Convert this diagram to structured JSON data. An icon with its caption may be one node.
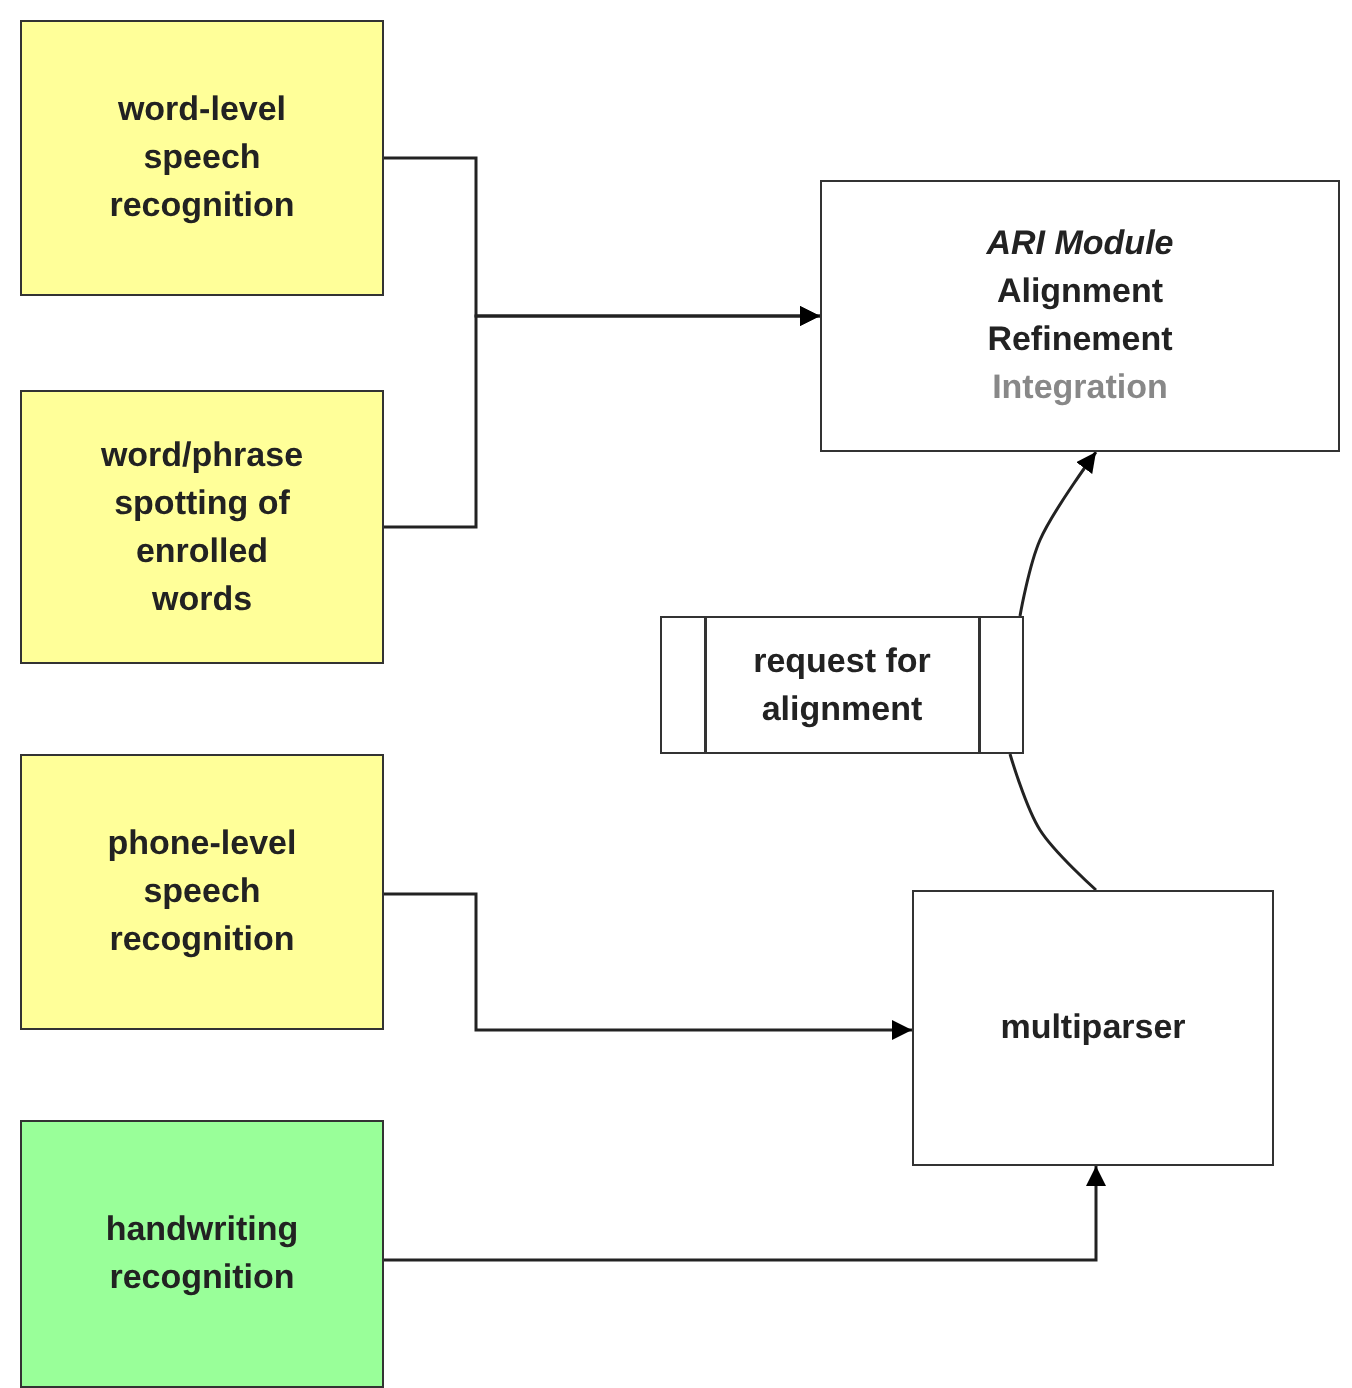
{
  "diagram": {
    "nodes": [
      {
        "text": [
          "word-level speech recognition"
        ]
      },
      {
        "text": [
          "word/phrase spotting of enrolled words"
        ]
      },
      {
        "text": [
          "phone-level speech recognition"
        ]
      },
      {
        "text": [
          "handwriting recognition"
        ]
      },
      {
        "text": [
          "ARI Module",
          "Alignment",
          "Refinement",
          "Integration"
        ]
      },
      {
        "text": [
          "request for alignment"
        ]
      },
      {
        "text": [
          "multiparser"
        ]
      }
    ],
    "edges": [
      {
        "from": 0,
        "to": 4,
        "arrow": "to"
      },
      {
        "from": 1,
        "to": 4,
        "arrow": "to"
      },
      {
        "from": 2,
        "to": 6,
        "arrow": "to"
      },
      {
        "from": 3,
        "to": 6,
        "arrow": "to"
      },
      {
        "from": 6,
        "to": 5,
        "arrow": "none"
      },
      {
        "from": 5,
        "to": 4,
        "arrow": "to"
      }
    ]
  }
}
